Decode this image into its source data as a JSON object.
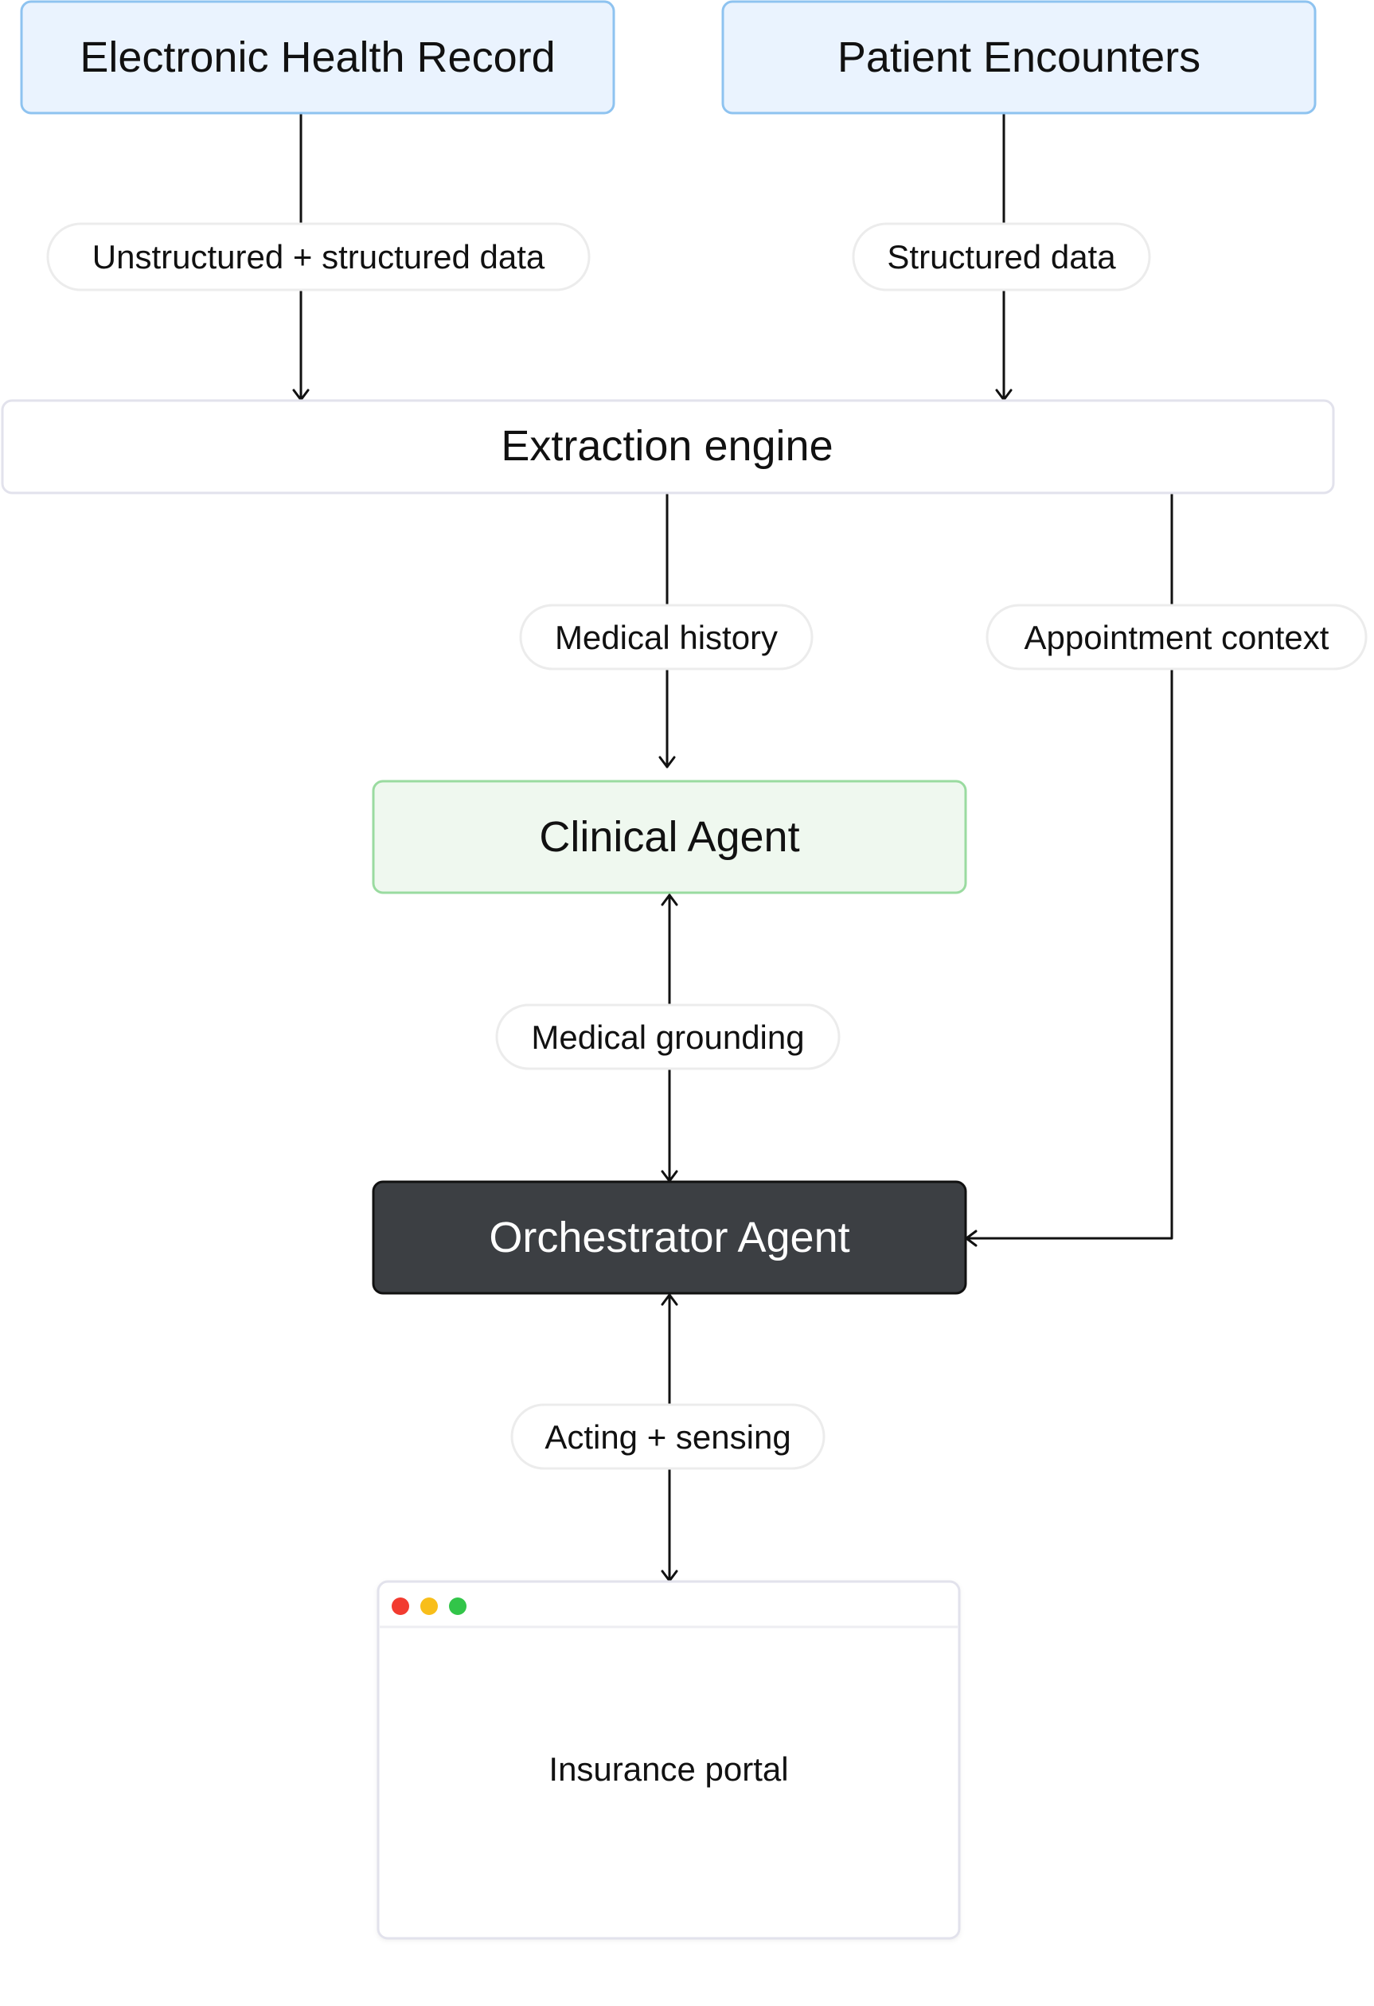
{
  "nodes": {
    "ehr": "Electronic Health Record",
    "encounters": "Patient Encounters",
    "extraction": "Extraction engine",
    "clinical": "Clinical Agent",
    "orchestrator": "Orchestrator Agent",
    "portal": "Insurance portal"
  },
  "edges": {
    "ehr_data": "Unstructured + structured data",
    "structured_data": "Structured data",
    "medical_history": "Medical history",
    "appointment_context": "Appointment context",
    "medical_grounding": "Medical grounding",
    "acting_sensing": "Acting + sensing"
  },
  "colors": {
    "source_fill": "#EAF3FE",
    "source_stroke": "#8EC3F0",
    "clinical_fill": "#EFF8EF",
    "clinical_stroke": "#9ADBA0",
    "orchestrator_fill": "#3C3F43",
    "window_dot_red": "#F23B30",
    "window_dot_yellow": "#F8BE1A",
    "window_dot_green": "#32C549"
  }
}
